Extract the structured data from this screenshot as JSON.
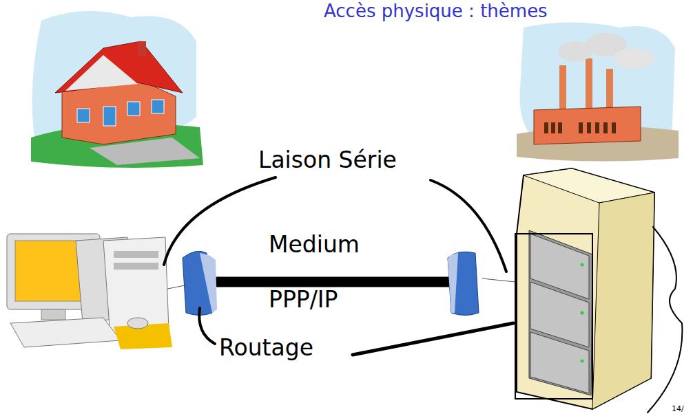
{
  "diagram": {
    "title": "Accès physique : thèmes",
    "labels": [
      "Laison Série",
      "Medium",
      "PPP/IP",
      "Routage",
      "14/"
    ]
  }
}
